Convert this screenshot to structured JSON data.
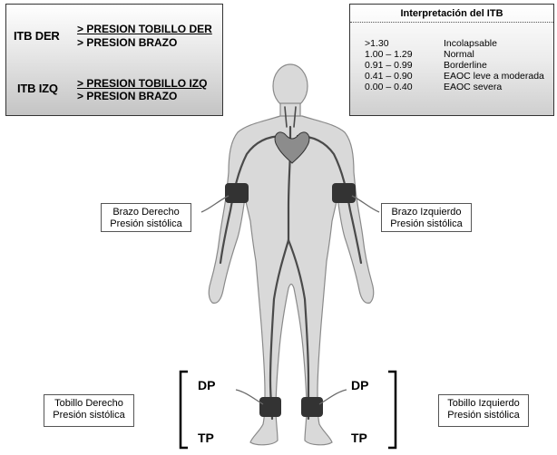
{
  "formula": {
    "right_label": "ITB DER",
    "right_numerator": "> PRESION TOBILLO DER",
    "right_denominator": "> PRESION BRAZO",
    "left_label": "ITB IZQ",
    "left_numerator": "> PRESION TOBILLO IZQ",
    "left_denominator": "> PRESION BRAZO"
  },
  "interpretation": {
    "title": "Interpretación del ITB",
    "rows": [
      {
        "range": ">1.30",
        "label": "Incolapsable"
      },
      {
        "range": "1.00 – 1.29",
        "label": "Normal"
      },
      {
        "range": "0.91 – 0.99",
        "label": "Borderline"
      },
      {
        "range": "0.41 – 0.90",
        "label": "EAOC leve a moderada"
      },
      {
        "range": "0.00 – 0.40",
        "label": "EAOC severa"
      }
    ]
  },
  "labels": {
    "right_arm_line1": "Brazo Derecho",
    "right_arm_line2": "Presión sistólica",
    "left_arm_line1": "Brazo Izquierdo",
    "left_arm_line2": "Presión sistólica",
    "right_ankle_line1": "Tobillo Derecho",
    "right_ankle_line2": "Presión sistólica",
    "left_ankle_line1": "Tobillo Izquierdo",
    "left_ankle_line2": "Presión sistólica"
  },
  "pulses": {
    "dp_left": "DP",
    "dp_right": "DP",
    "tp_left": "TP",
    "tp_right": "TP"
  },
  "colors": {
    "body_fill": "#d9d9d9",
    "body_stroke": "#8a8a8a",
    "vessel": "#4a4a4a",
    "cuff": "#333333"
  }
}
